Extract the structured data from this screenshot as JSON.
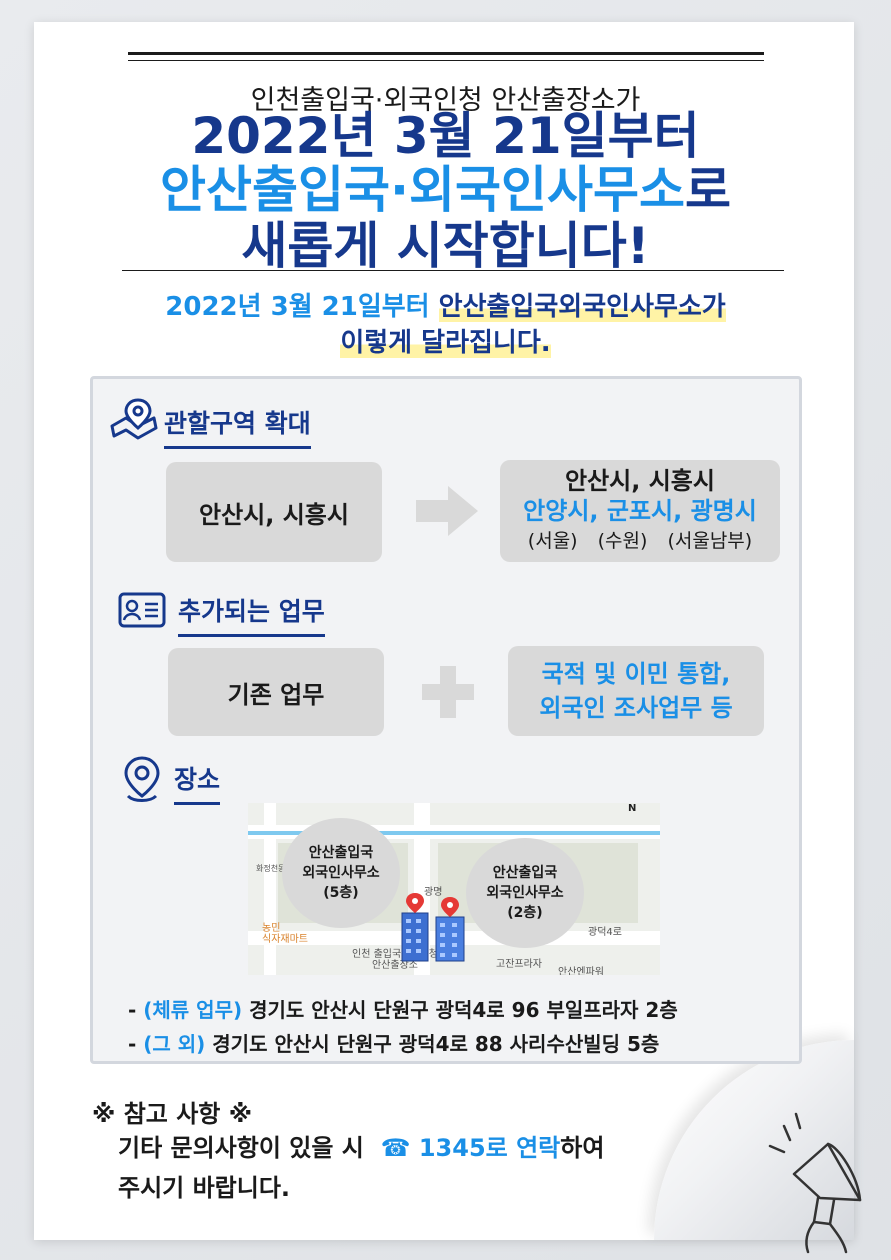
{
  "header": {
    "subtitle": "인천출입국·외국인청 안산출장소가",
    "line1": "2022년 3월 21일부터",
    "line2_blue": "안산출입국·외국인사무소",
    "line2_tail": "로",
    "line3": "새롭게 시작합니다!"
  },
  "subhead": {
    "date": "2022년 3월 21일부터",
    "office": "안산출입국외국인사무소가",
    "line2": "이렇게 달라집니다."
  },
  "section_jurisdiction": {
    "title": "관할구역 확대",
    "before": "안산시, 시흥시",
    "after_line1": "안산시, 시흥시",
    "after_line2": "안양시, 군포시, 광명시",
    "after_line3": "(서울) (수원) (서울남부)"
  },
  "section_tasks": {
    "title": "추가되는 업무",
    "existing": "기존 업무",
    "added_line1": "국적 및 이민 통합,",
    "added_line2": "외국인 조사업무 등"
  },
  "section_location": {
    "title": "장소",
    "bubble1_l1": "안산출입국",
    "bubble1_l2": "외국인사무소",
    "bubble1_l3": "(5층)",
    "bubble2_l1": "안산출입국",
    "bubble2_l2": "외국인사무소",
    "bubble2_l3": "(2층)",
    "map_labels": {
      "north": "N",
      "park": "광명",
      "left_side": "화정천동로",
      "store": "농민\n식자재마트",
      "office": "인천 출입국외국인청\n안산출장소",
      "plaza": "고잔프라자",
      "power": "안산엔파워",
      "road": "광덕4로"
    },
    "addr1_tag": "(체류 업무)",
    "addr1": "경기도 안산시 단원구 광덕4로 96 부일프라자 2층",
    "addr2_tag": "(그 외)",
    "addr2": "경기도 안산시 단원구 광덕4로 88 사리수산빌딩 5층"
  },
  "note": {
    "title": "※ 참고 사항 ※",
    "line1_pre": "기타 문의사항이 있을 시",
    "line1_phone": "☎ 1345로 연락",
    "line1_post": "하여",
    "line2": "주시기 바랍니다."
  },
  "colors": {
    "navy": "#16388c",
    "blue": "#1a8fe6",
    "box_gray": "#d9d9d9"
  }
}
